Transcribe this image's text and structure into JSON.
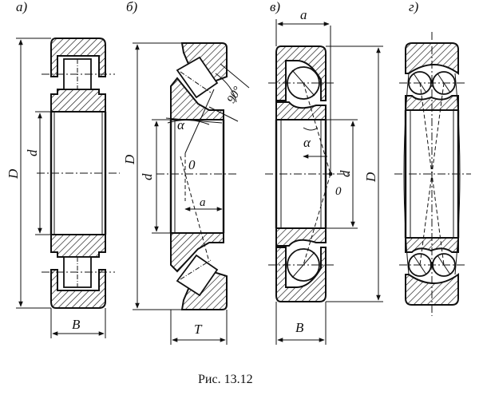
{
  "caption": "Рис. 13.12",
  "views": [
    {
      "id": "a",
      "tag": "а)",
      "labels": {
        "outer_diameter": "D",
        "inner_diameter": "d",
        "width": "B"
      }
    },
    {
      "id": "b",
      "tag": "б)",
      "labels": {
        "outer_diameter": "D",
        "inner_diameter": "d",
        "width": "T",
        "angle": "α",
        "right_angle": "90°",
        "center": "0",
        "offset": "a"
      }
    },
    {
      "id": "c",
      "tag": "в)",
      "labels": {
        "offset": "a",
        "angle": "α",
        "center": "0",
        "inner_diameter": "d",
        "outer_diameter": "D",
        "width": "B"
      }
    },
    {
      "id": "d",
      "tag": "г)"
    }
  ]
}
